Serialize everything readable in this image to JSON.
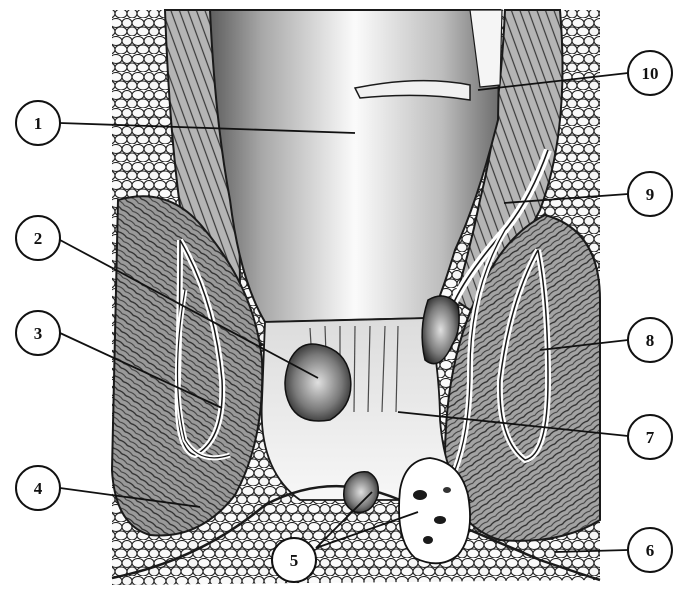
{
  "figure": {
    "subject": "anatomical illustration",
    "style": "black-and-white engraving"
  },
  "callouts": [
    {
      "id": "1",
      "label": "1"
    },
    {
      "id": "2",
      "label": "2"
    },
    {
      "id": "3",
      "label": "3"
    },
    {
      "id": "4",
      "label": "4"
    },
    {
      "id": "5",
      "label": "5"
    },
    {
      "id": "6",
      "label": "6"
    },
    {
      "id": "7",
      "label": "7"
    },
    {
      "id": "8",
      "label": "8"
    },
    {
      "id": "9",
      "label": "9"
    },
    {
      "id": "10",
      "label": "10"
    }
  ],
  "colors": {
    "outline": "#1a1a1a",
    "muscle": "#8c8c8c",
    "lumen_light": "#f4f4f4",
    "lumen_dark": "#6e6e6e",
    "fat": "#ffffff"
  }
}
